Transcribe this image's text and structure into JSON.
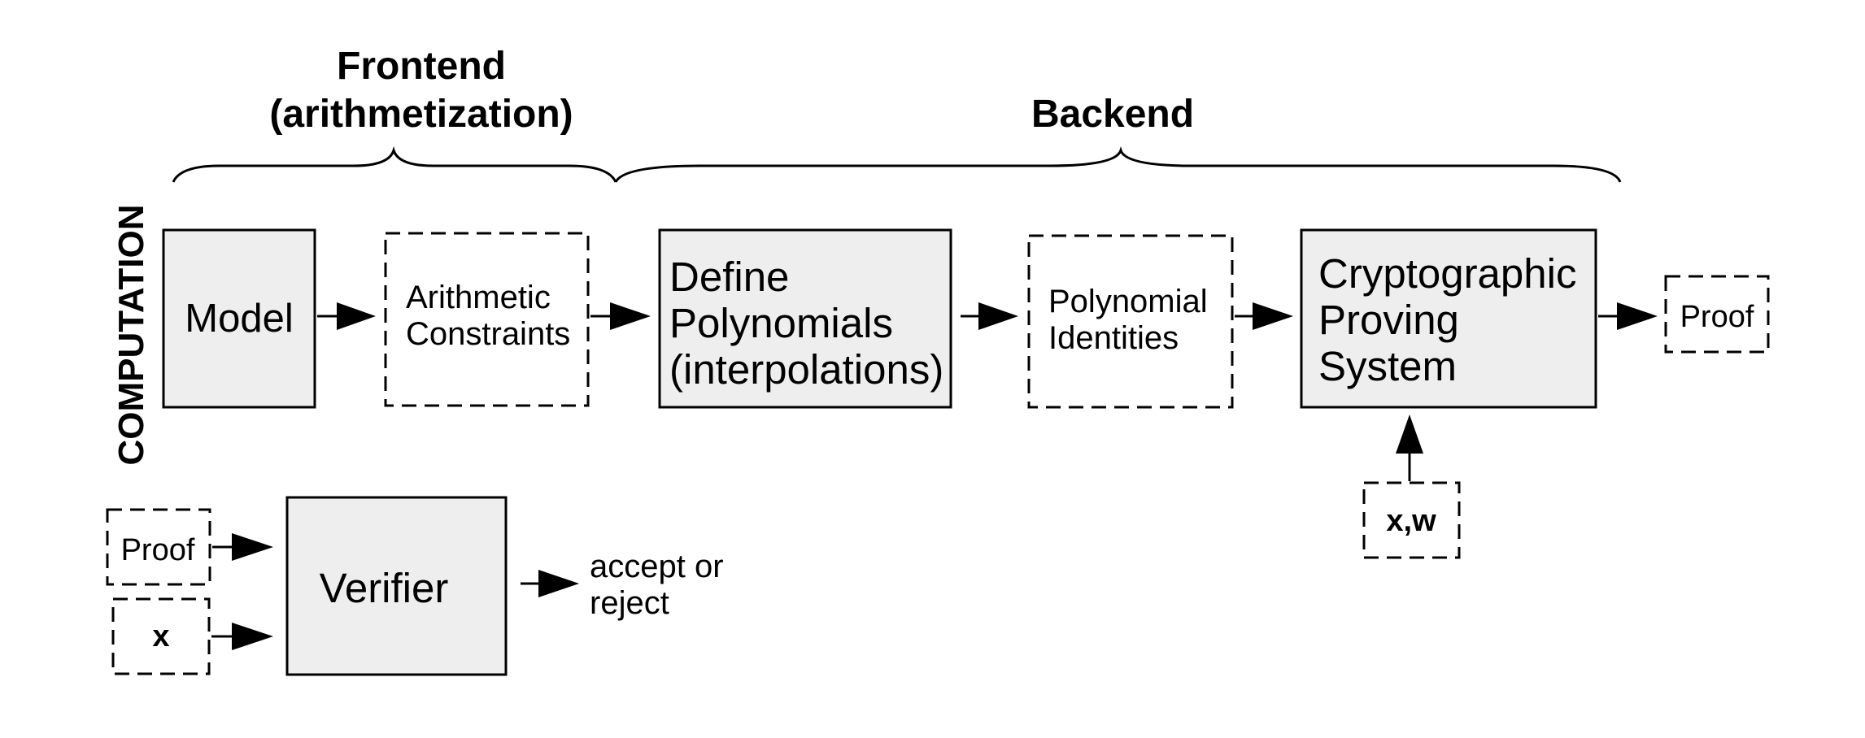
{
  "headings": {
    "frontend": [
      "Frontend",
      "(arithmetization)"
    ],
    "backend": "Backend",
    "computation": "COMPUTATION"
  },
  "boxes": {
    "model": "Model",
    "arithmetic_constraints": [
      "Arithmetic",
      "Constraints"
    ],
    "define_polynomials": [
      "Define",
      "Polynomials",
      "(interpolations)"
    ],
    "polynomial_identities": [
      "Polynomial",
      "Identities"
    ],
    "cryptographic_proving_system": [
      "Cryptographic",
      "Proving",
      "System"
    ],
    "proof_output": "Proof",
    "xw_input": "x,w",
    "verifier": "Verifier",
    "proof_input": "Proof",
    "x_input": "x"
  },
  "result": [
    "accept or",
    "reject"
  ],
  "colors": {
    "solid_box_fill": "#eeeeee",
    "stroke": "#000000",
    "background": "#ffffff"
  }
}
